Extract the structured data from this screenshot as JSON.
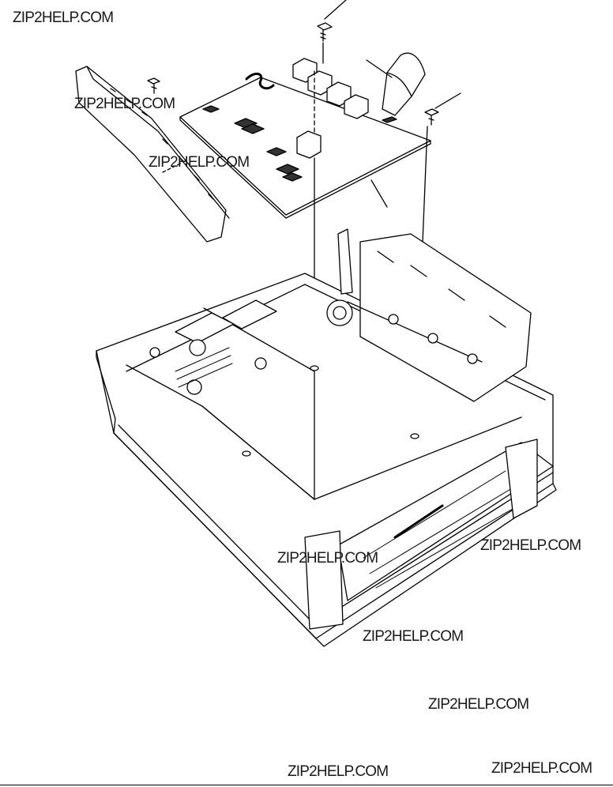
{
  "watermarks": [
    "ZIP2HELP.COM",
    "ZIP2HELP.COM",
    "ZIP2HELP.COM",
    "ZIP2HELP.COM",
    "ZIP2HELP.COM",
    "ZIP2HELP.COM",
    "ZIP2HELP.COM",
    "ZIP2HELP.COM",
    "ZIP2HELP.COM"
  ],
  "colors": {
    "line": "#000000",
    "background": "#ffffff",
    "watermark": "#1a1a1a"
  }
}
